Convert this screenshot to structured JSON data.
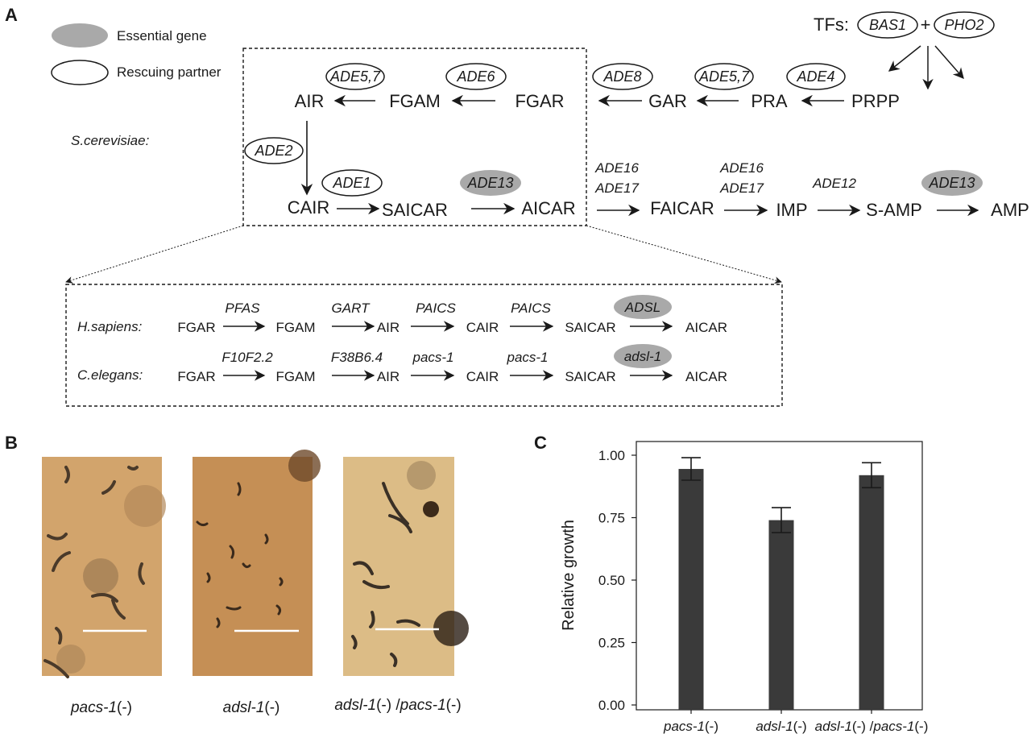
{
  "panels": {
    "a": "A",
    "b": "B",
    "c": "C"
  },
  "legend": {
    "essential": "Essential gene",
    "rescuing": "Rescuing partner"
  },
  "colors": {
    "essential_fill": "#a9a9a9",
    "bar_fill": "#3a3a3a",
    "photo_tan": "#c9965b",
    "photo_light": "#d8b57e"
  },
  "tfs": {
    "label": "TFs:",
    "bas1": "BAS1",
    "plus": "+",
    "pho2": "PHO2"
  },
  "yeast": {
    "species": "S.cerevisiae:",
    "m_air": "AIR",
    "m_fgam": "FGAM",
    "m_fgar": "FGAR",
    "m_gar": "GAR",
    "m_pra": "PRA",
    "m_prpp": "PRPP",
    "m_cair": "CAIR",
    "m_saicar": "SAICAR",
    "m_aicar": "AICAR",
    "m_faicar": "FAICAR",
    "m_imp": "IMP",
    "m_samp": "S-AMP",
    "m_amp": "AMP",
    "e_ade57a": "ADE5,7",
    "e_ade6": "ADE6",
    "e_ade8": "ADE8",
    "e_ade57b": "ADE5,7",
    "e_ade4": "ADE4",
    "e_ade2": "ADE2",
    "e_ade1": "ADE1",
    "e_ade13a": "ADE13",
    "e_ade16a": "ADE16",
    "e_ade17a": "ADE17",
    "e_ade16b": "ADE16",
    "e_ade17b": "ADE17",
    "e_ade12": "ADE12",
    "e_ade13b": "ADE13"
  },
  "human": {
    "species": "H.sapiens:",
    "m1": "FGAR",
    "m2": "FGAM",
    "m3": "AIR",
    "m4": "CAIR",
    "m5": "SAICAR",
    "m6": "AICAR",
    "e1": "PFAS",
    "e2": "GART",
    "e3": "PAICS",
    "e4": "PAICS",
    "e5": "ADSL"
  },
  "worm": {
    "species": "C.elegans:",
    "m1": "FGAR",
    "m2": "FGAM",
    "m3": "AIR",
    "m4": "CAIR",
    "m5": "SAICAR",
    "m6": "AICAR",
    "e1": "F10F2.2",
    "e2": "F38B6.4",
    "e3": "pacs-1",
    "e4": "pacs-1",
    "e5": "adsl-1"
  },
  "photos": [
    {
      "gene": "pacs-1",
      "suffix": "(-)"
    },
    {
      "gene": "adsl-1",
      "suffix": "(-)"
    },
    {
      "gene": "adsl-1",
      "suffix": "(-) /",
      "gene2": "pacs-1",
      "suffix2": "(-)"
    }
  ],
  "chart_data": {
    "type": "bar",
    "title": "",
    "xlabel": "",
    "ylabel": "Relative growth",
    "ylim": [
      0,
      1.0
    ],
    "yticks": [
      "0.00",
      "0.25",
      "0.50",
      "0.75",
      "1.00"
    ],
    "categories": [
      "pacs-1(-)",
      "adsl-1(-)",
      "adsl-1(-) /pacs-1(-)"
    ],
    "category_parts": [
      {
        "gene": "pacs-1",
        "suffix": "(-)"
      },
      {
        "gene": "adsl-1",
        "suffix": "(-)"
      },
      {
        "gene": "adsl-1",
        "suffix": "(-) /",
        "gene2": "pacs-1",
        "suffix2": "(-)"
      }
    ],
    "values": [
      0.945,
      0.74,
      0.92
    ],
    "errors": [
      0.045,
      0.05,
      0.05
    ],
    "grid": false
  }
}
